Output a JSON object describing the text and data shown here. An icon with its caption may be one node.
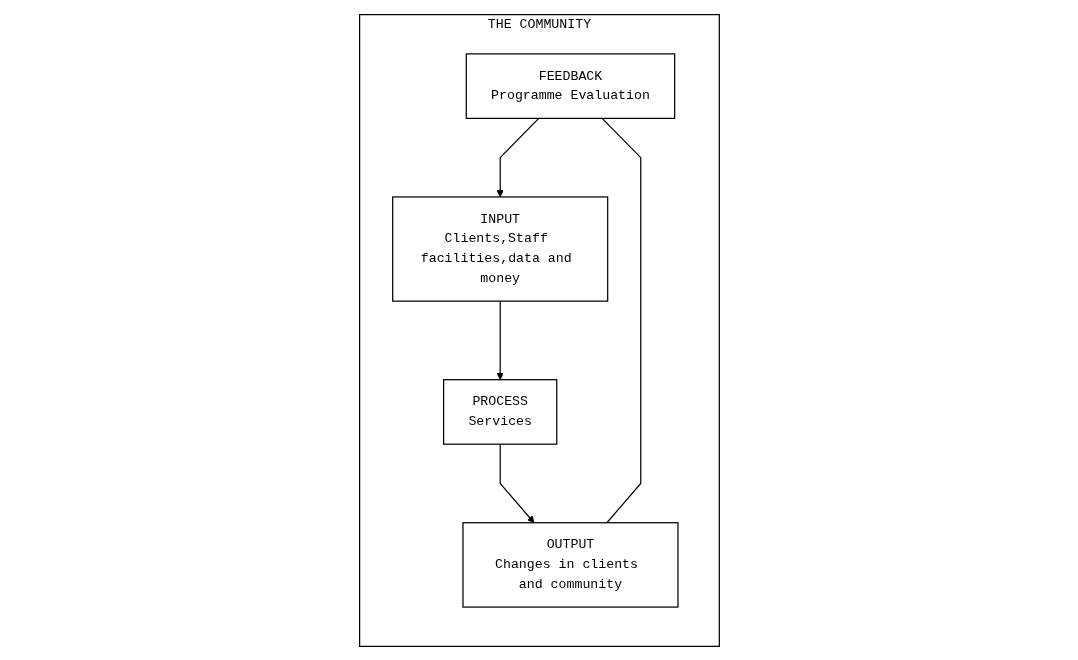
{
  "diagram": {
    "nodes": [
      {
        "text": [
          "THE COMMUNITY"
        ]
      },
      {
        "text": [
          "FEEDBACK",
          "Programme Evaluation"
        ],
        "in": 0
      },
      {
        "text": [
          "INPUT",
          "Clients,Staff facilities,data and money"
        ],
        "in": 0
      },
      {
        "text": [
          "PROCESS",
          "Services"
        ],
        "in": 0
      },
      {
        "text": [
          "OUTPUT",
          "Changes in clients and community"
        ],
        "in": 0
      }
    ],
    "edges": [
      {
        "from": 1,
        "to": 2,
        "arrow": "to"
      },
      {
        "from": 2,
        "to": 3,
        "arrow": "to"
      },
      {
        "from": 3,
        "to": 4,
        "arrow": "to"
      },
      {
        "from": 4,
        "to": 1,
        "arrow": "none"
      }
    ]
  }
}
